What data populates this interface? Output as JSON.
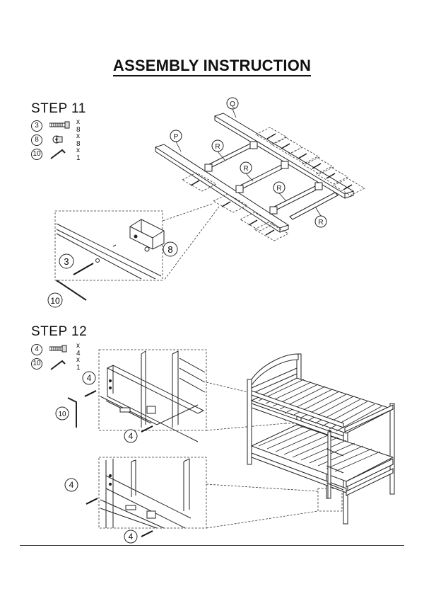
{
  "title": "ASSEMBLY INSTRUCTION",
  "steps": [
    {
      "label": "STEP 11",
      "parts": [
        {
          "num": "3",
          "icon": "long-bolt-icon",
          "qty": "x 8"
        },
        {
          "num": "8",
          "icon": "barrel-nut-icon",
          "qty": "x 8"
        },
        {
          "num": "10",
          "icon": "allen-key-icon",
          "qty": "x 1"
        }
      ],
      "callouts": {
        "rail_left": "P",
        "rail_right": "Q",
        "slat": "R",
        "detail_bolt": "3",
        "detail_nut": "8",
        "detail_key": "10"
      }
    },
    {
      "label": "STEP 12",
      "parts": [
        {
          "num": "4",
          "icon": "short-bolt-icon",
          "qty": "x 4"
        },
        {
          "num": "10",
          "icon": "allen-key-icon",
          "qty": "x 1"
        }
      ],
      "callouts": {
        "bolt": "4",
        "key": "10"
      }
    }
  ]
}
